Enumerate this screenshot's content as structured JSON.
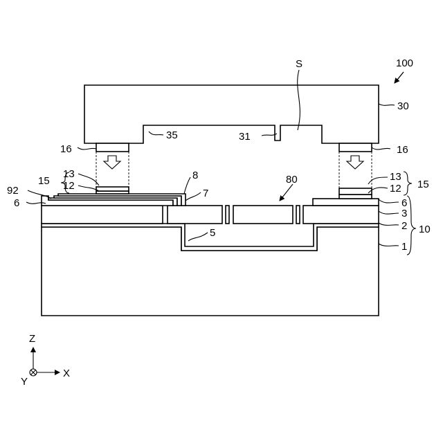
{
  "labels": {
    "device": "100",
    "space": "S",
    "lid": "30",
    "recess": "35",
    "groove": "31",
    "bump_left": "16",
    "bump_right": "16",
    "pad_top_left": "13",
    "pad_bottom_left": "12",
    "pad_group_left": "15",
    "pad_top_right": "13",
    "pad_bottom_right": "12",
    "pad_group_right": "15",
    "wiring": "92",
    "bond_left": "6",
    "bond_right": "6",
    "layer8": "8",
    "layer7": "7",
    "membrane": "80",
    "layer3": "3",
    "layer2": "2",
    "layer1": "1",
    "substrate_group": "10",
    "cavity": "5"
  },
  "axes": {
    "z": "Z",
    "x": "X",
    "y": "Y"
  }
}
